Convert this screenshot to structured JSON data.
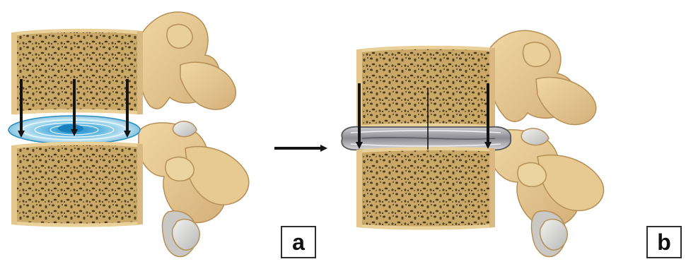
{
  "panels": [
    {
      "id": "a",
      "label": "a",
      "state": "healthy intervertebral disc under axial load"
    },
    {
      "id": "b",
      "label": "b",
      "state": "degenerated, collapsed intervertebral disc"
    }
  ],
  "icons": [
    "down-arrow-icon",
    "right-arrow-icon"
  ],
  "colors": {
    "bone": "#e2c48a",
    "bone_shadow": "#c9a468",
    "trabecular_bg": "#c8a463",
    "trabecular_dots": "#4e3b1f",
    "disc_healthy": "#9fd2ea",
    "disc_healthy_dark": "#3aa0cf",
    "disc_degenerated": "#b9b9bd",
    "disc_degenerated_dark": "#5b5b60",
    "facet_cartilage": "#d6d6d4",
    "arrow": "#141414"
  }
}
